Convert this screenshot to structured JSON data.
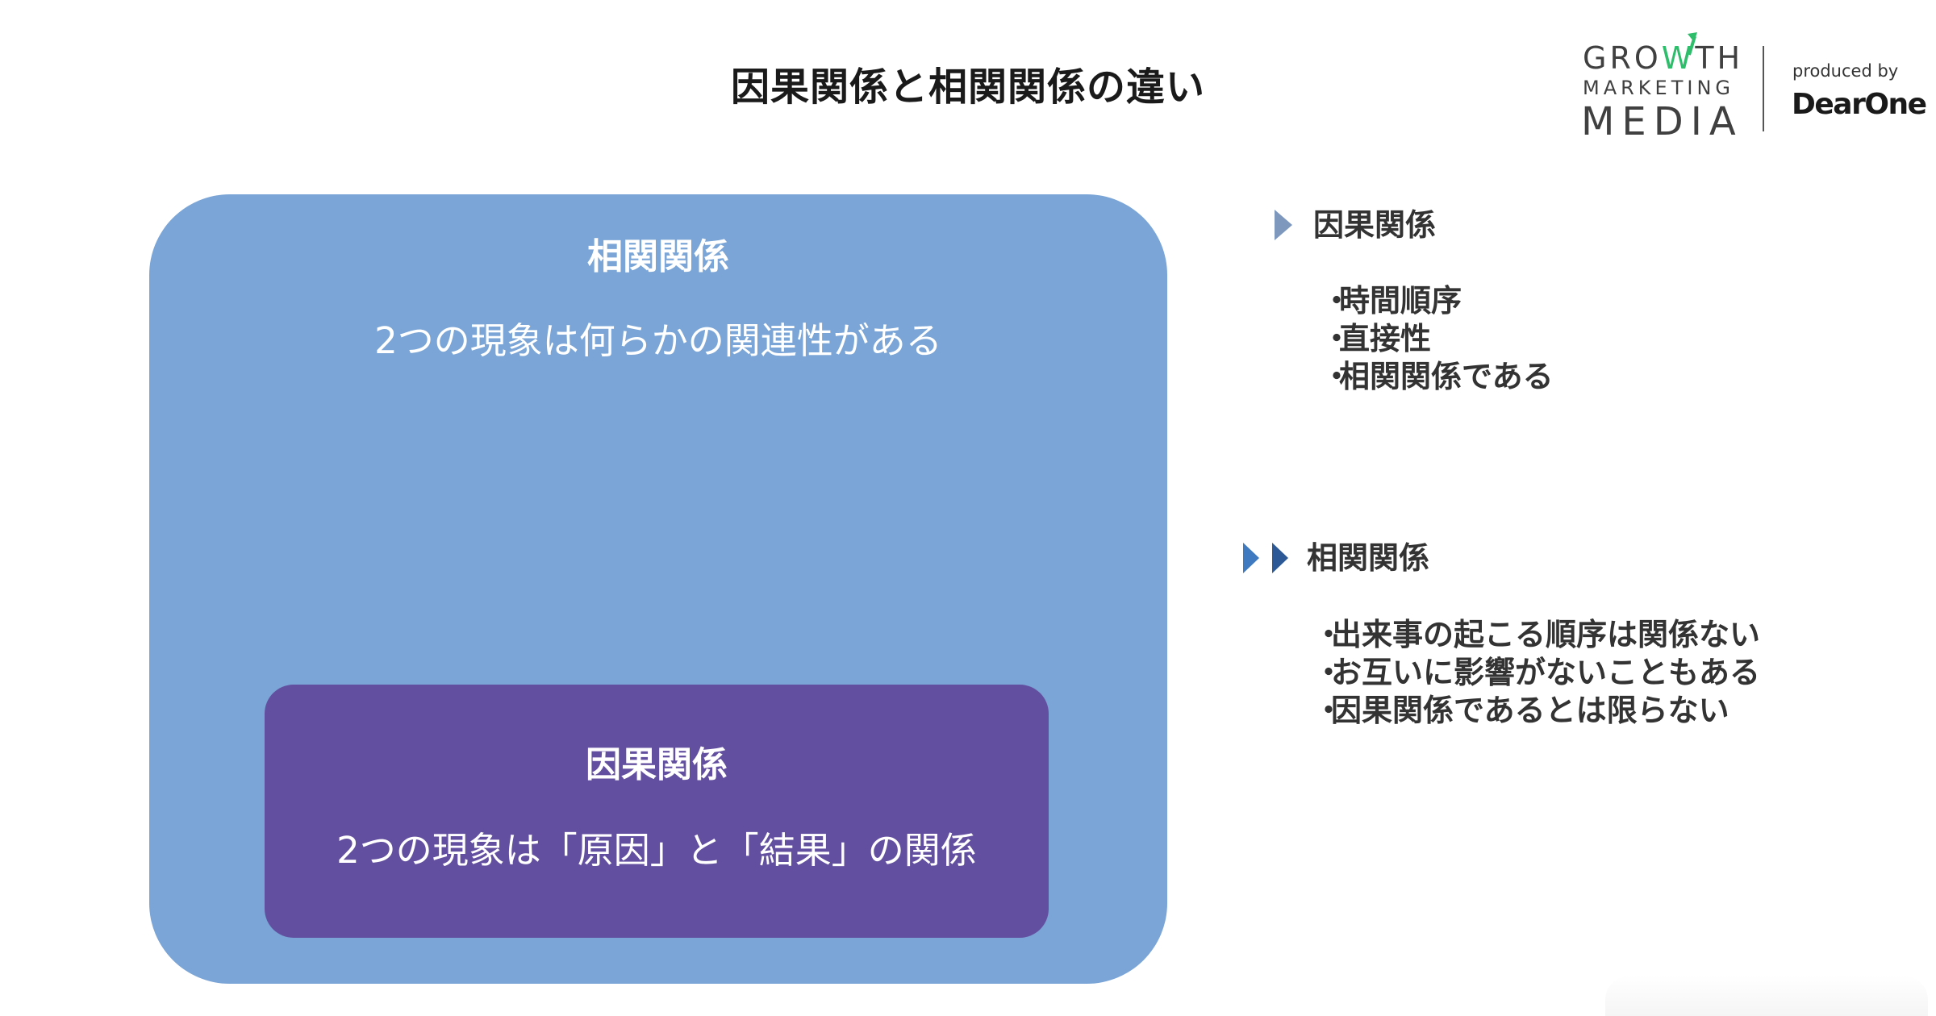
{
  "title": "因果関係と相関関係の違い",
  "logo": {
    "growth_prefix": "GRO",
    "growth_w": "W",
    "growth_suffix": "TH",
    "marketing": "MARKETING",
    "media": "MEDIA",
    "produced_by": "produced by",
    "brand": "DearOne",
    "accent_color": "#2ebd6b"
  },
  "diagram": {
    "outer": {
      "heading": "相関関係",
      "description": "2つの現象は何らかの関連性がある",
      "color": "#7aa5d6"
    },
    "inner": {
      "heading": "因果関係",
      "description": "2つの現象は「原因」と「結果」の関係",
      "color": "#634f9f"
    }
  },
  "sections": [
    {
      "icon": "single-triangle-icon",
      "heading": "因果関係",
      "bullet": "・",
      "items": [
        "時間順序",
        "直接性",
        "相関関係である"
      ]
    },
    {
      "icon": "double-triangle-icon",
      "heading": "相関関係",
      "bullet": "・",
      "items": [
        "出来事の起こる順序は関係ない",
        "お互いに影響がないこともある",
        "因果関係であるとは限らない"
      ]
    }
  ]
}
